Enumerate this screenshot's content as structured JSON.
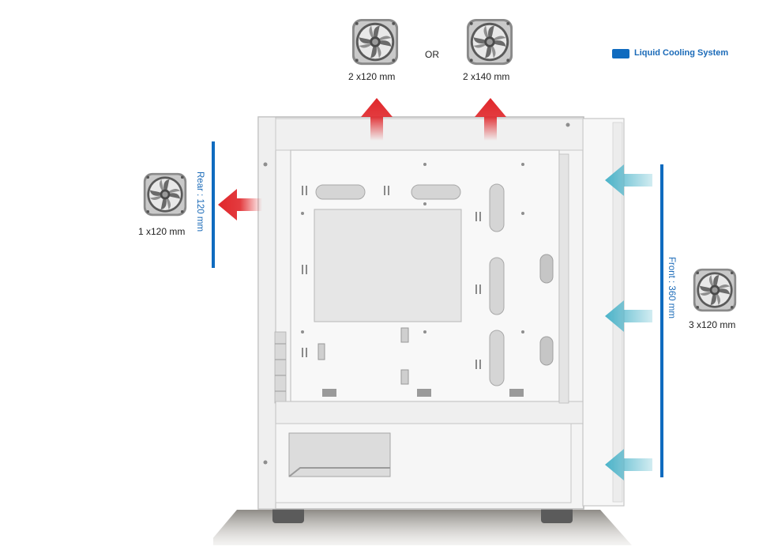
{
  "legend": {
    "label": "Liquid Cooling System",
    "color": "#0f6bbf"
  },
  "top": {
    "left_label": "2 x120 mm",
    "or_label": "OR",
    "right_label": "2 x140 mm"
  },
  "rear": {
    "range_label": "Rear : 120 mm",
    "fan_label": "1 x120 mm"
  },
  "front": {
    "range_label": "Front : 360 mm",
    "fan_label": "3 x120 mm"
  },
  "colors": {
    "exhaust_arrow": "#e0262a",
    "intake_arrow": "#4ab3c9",
    "radiator_bar": "#0f6bbf",
    "fan": "#4a4a4a"
  }
}
